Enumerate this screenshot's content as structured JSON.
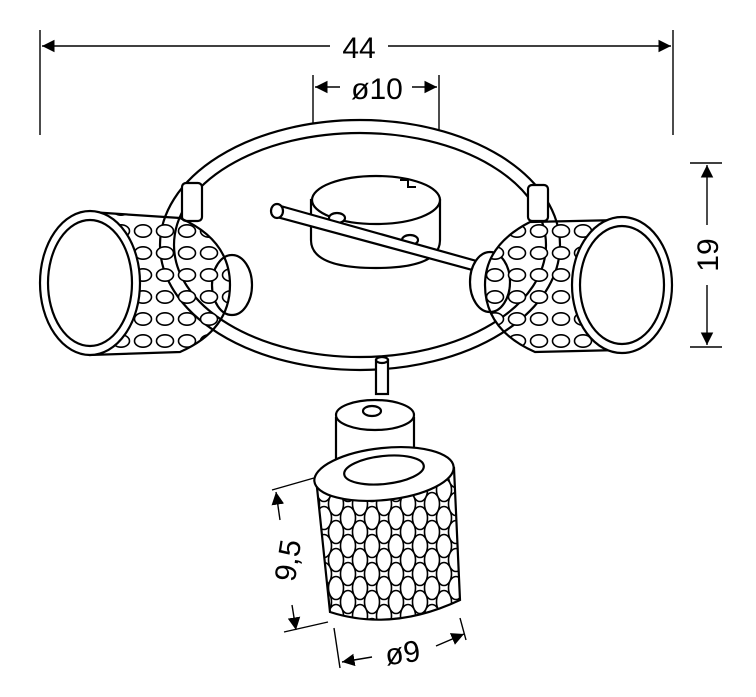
{
  "dimensions": {
    "width": "44",
    "base_diameter": "ø10",
    "height": "19",
    "shade_height": "9,5",
    "shade_diameter": "ø9"
  },
  "colors": {
    "ink": "#000000",
    "paper": "#ffffff"
  }
}
